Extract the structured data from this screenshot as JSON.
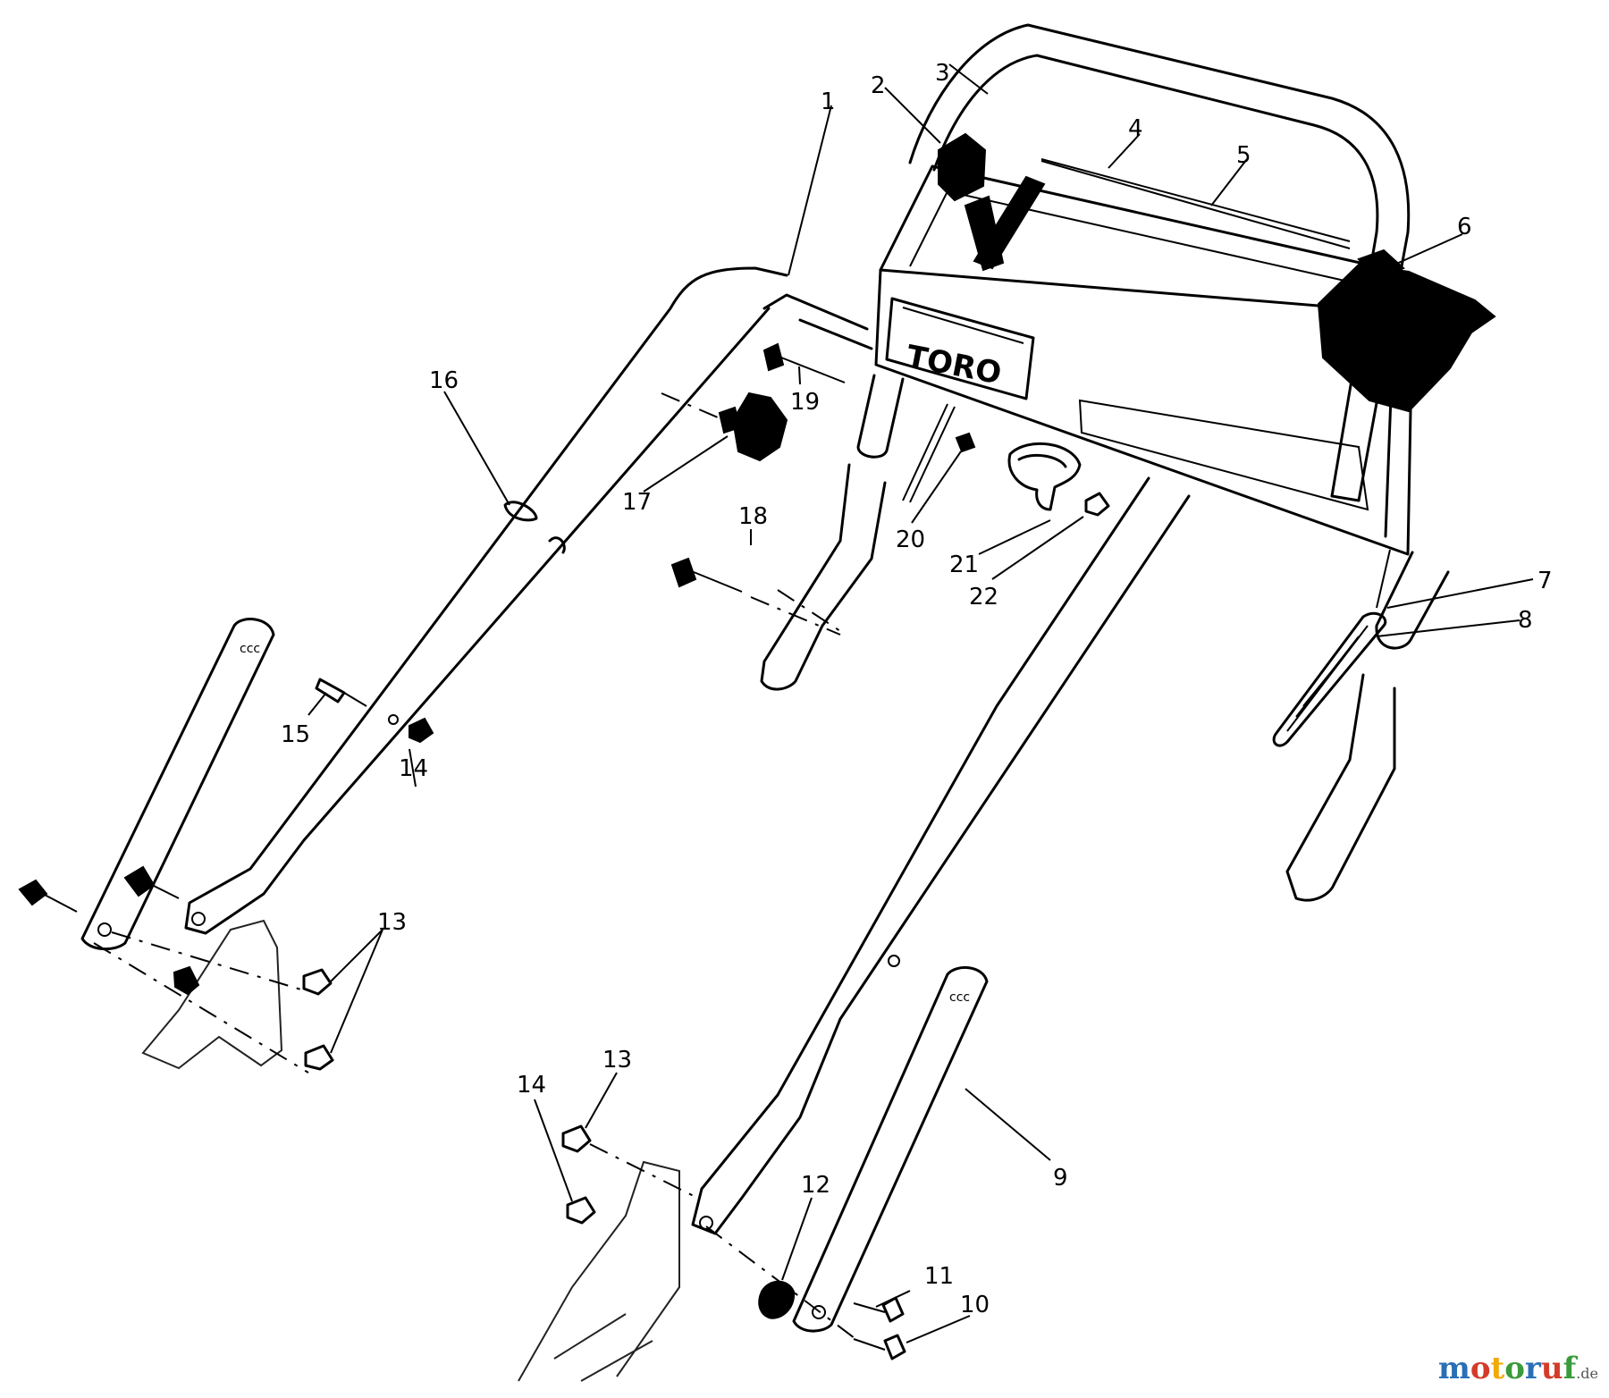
{
  "diagram": {
    "brand_label": "TORO",
    "callouts": {
      "c1": "1",
      "c2": "2",
      "c3": "3",
      "c4": "4",
      "c5": "5",
      "c6": "6",
      "c7": "7",
      "c8": "8",
      "c9": "9",
      "c10": "10",
      "c11": "11",
      "c12": "12",
      "c13a": "13",
      "c13b": "13",
      "c14a": "14",
      "c14b": "14",
      "c15": "15",
      "c16": "16",
      "c17": "17",
      "c18": "18",
      "c19": "19",
      "c20": "20",
      "c21": "21",
      "c22": "22"
    }
  },
  "watermark": {
    "letters": [
      "m",
      "o",
      "t",
      "o",
      "r",
      "u",
      "f"
    ],
    "letter_colors": [
      "#2a6fb5",
      "#d33c2b",
      "#f2a900",
      "#3a9b3a",
      "#2a6fb5",
      "#d33c2b",
      "#3a9b3a"
    ],
    "suffix": ".de"
  }
}
